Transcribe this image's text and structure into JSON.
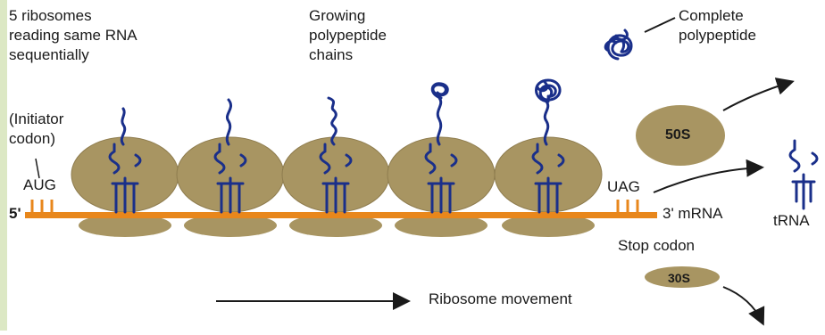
{
  "labels": {
    "ribosomes_line1": "5 ribosomes",
    "ribosomes_line2": "reading same RNA",
    "ribosomes_line3": "sequentially",
    "growing_line1": "Growing",
    "growing_line2": "polypeptide",
    "growing_line3": "chains",
    "complete_line1": "Complete",
    "complete_line2": "polypeptide",
    "initiator_line1": "(Initiator",
    "initiator_line2": "codon)",
    "start_codon": "AUG",
    "five_prime": "5'",
    "stop_codon_seq": "UAG",
    "three_prime_mrna": "3' mRNA",
    "stop_codon": "Stop codon",
    "large_subunit": "50S",
    "small_subunit": "30S",
    "trna": "tRNA",
    "movement": "Ribosome movement"
  },
  "colors": {
    "sidebar": "#dce8c4",
    "ribosome": "#a89562",
    "ribosome_edge": "#8e7c4e",
    "mrna": "#e8871c",
    "chain": "#1a2f8a",
    "text": "#1a1a1a"
  }
}
